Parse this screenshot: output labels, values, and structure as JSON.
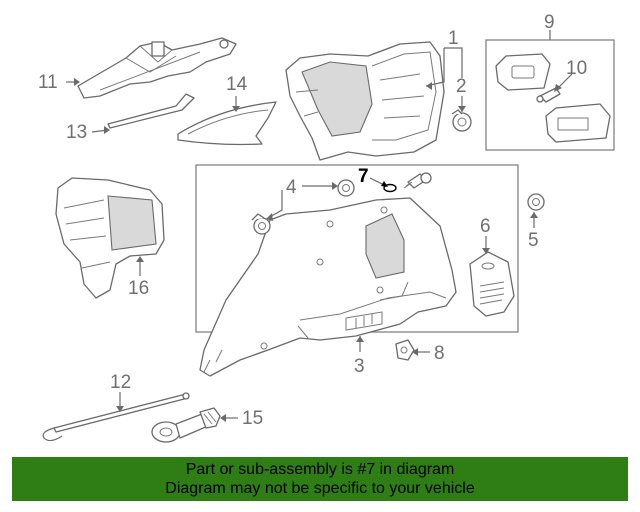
{
  "callouts": [
    "1",
    "2",
    "3",
    "4",
    "5",
    "6",
    "7",
    "8",
    "9",
    "10",
    "11",
    "12",
    "13",
    "14",
    "15",
    "16"
  ],
  "highlighted_callout": "7",
  "banner": {
    "line1": "Part or sub-assembly is #7 in diagram",
    "line2": "Diagram may not be specific to your vehicle",
    "background_color": "#2e7d15"
  },
  "colors": {
    "lines": "#6a6a6a",
    "labels": "#707070",
    "highlight": "#000000"
  }
}
